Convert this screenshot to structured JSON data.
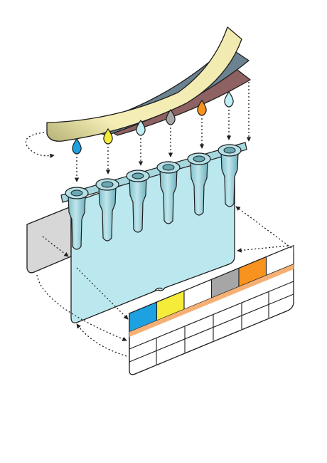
{
  "drops": [
    {
      "name": "blue",
      "color": "#1da1e0"
    },
    {
      "name": "yellow",
      "color": "#f5ec3a"
    },
    {
      "name": "light-cyan",
      "color": "#bfeef4"
    },
    {
      "name": "gray",
      "color": "#a6a6a6"
    },
    {
      "name": "orange",
      "color": "#f7931e"
    },
    {
      "name": "light-cyan",
      "color": "#bfeef4"
    }
  ],
  "label_strip_colors": [
    "#1da1e0",
    "#f5ec3a",
    "#ffffff",
    "#a6a6a6",
    "#f7931e",
    "#ffffff"
  ],
  "colors": {
    "tube": "#9fd3dc",
    "tube_outline": "#1e1e1e",
    "backing_panel": "#b2e6ec",
    "film_front": "#f2ecb0",
    "film_front_shadow": "#c2bd7c",
    "film_middle": "#6b8290",
    "film_back": "#8e6262",
    "back_sheet": "#d7d7d7",
    "accent_stripe": "#f6b074",
    "card": "#ffffff"
  }
}
